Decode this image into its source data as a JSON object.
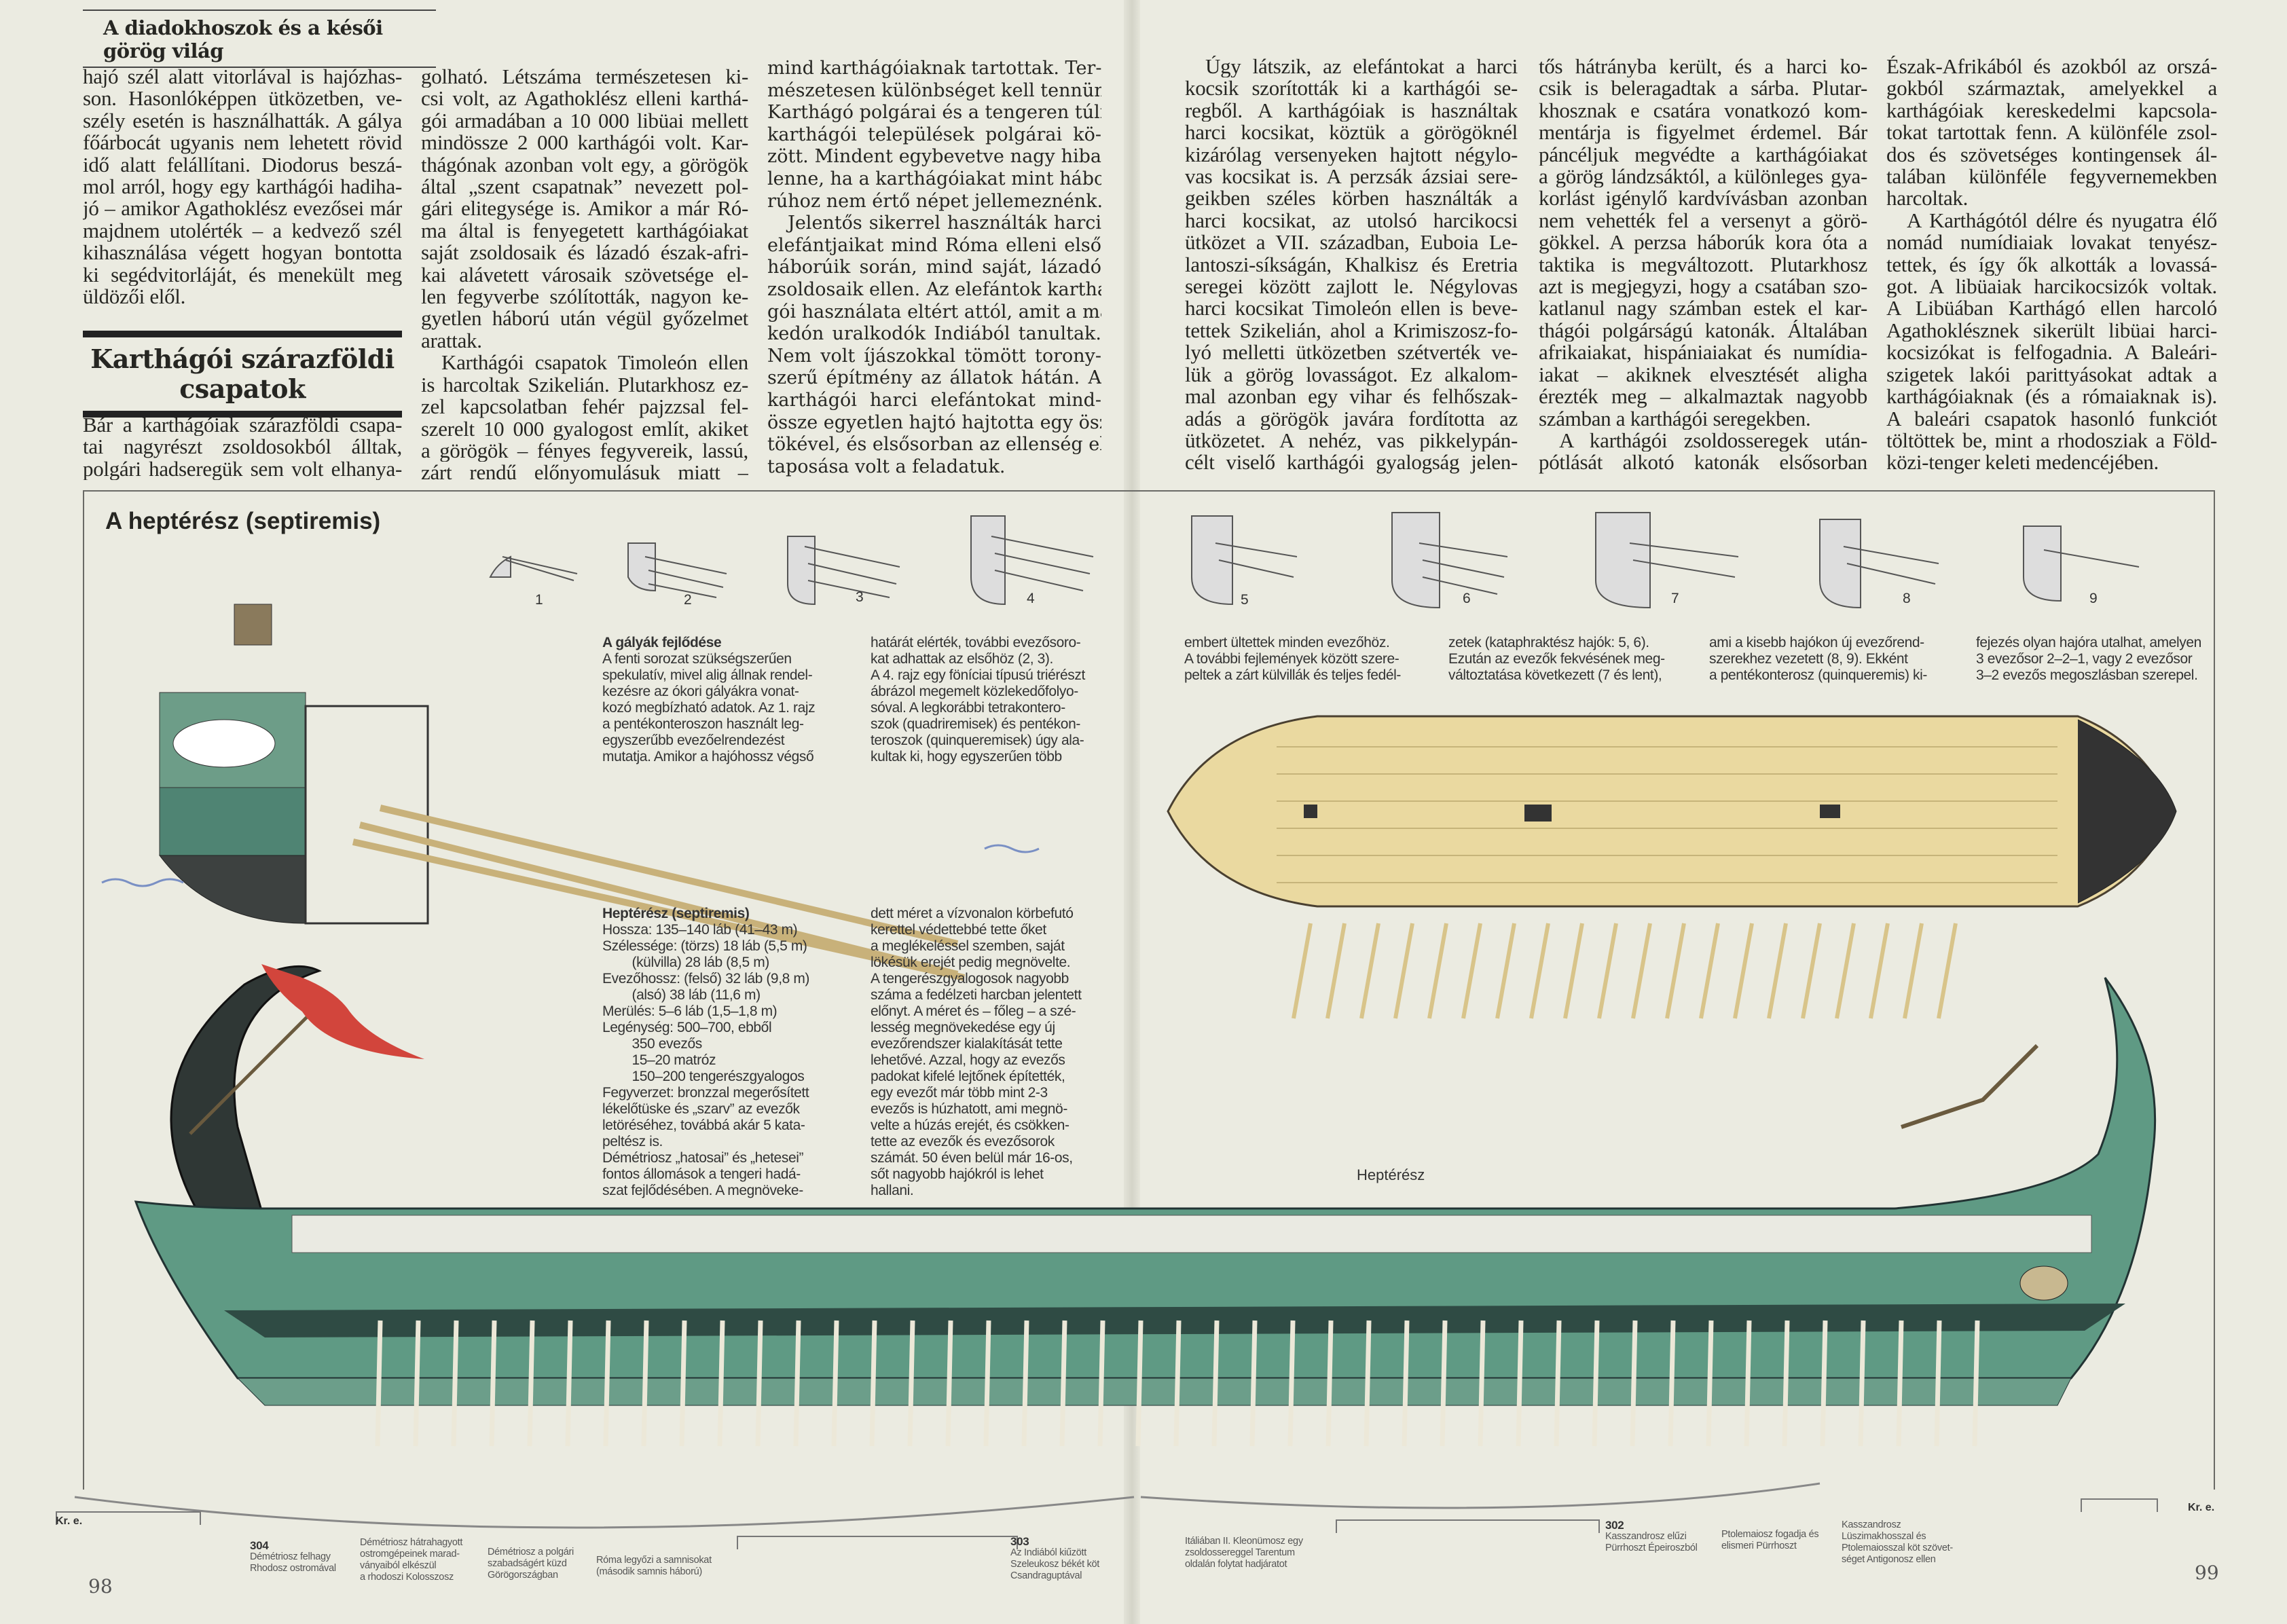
{
  "running_head": "A diadokhoszok és a késői görög világ",
  "section_heading": [
    "Karthágói szárazföldi",
    "csapatok"
  ],
  "left_page": {
    "col1_top": [
      {
        "indent": false,
        "lines": [
          "hajó szél alatt vitorlával is hajózhas-",
          "son. Hasonlóképpen ütközetben, ve-",
          "szély esetén is használhatták. A gálya",
          "főárbocát ugyanis nem lehetett rövid",
          "idő alatt felállítani. Diodorus beszá-",
          "mol arról, hogy egy karthágói hadiha-",
          "jó – amikor Agathoklész evezősei már",
          "majdnem utolérték – a kedvező szél",
          "kihasználása végett hogyan bontotta",
          "ki segédvitorláját, és menekült meg",
          "üldözői elől."
        ]
      }
    ],
    "col1_bottom": [
      {
        "indent": false,
        "open": true,
        "lines": [
          "Bár a karthágóiak szárazföldi csapa-",
          "tai nagyrészt zsoldosokból álltak,",
          "polgári hadseregük sem volt elhanya-"
        ]
      }
    ],
    "col2": [
      {
        "indent": false,
        "lines": [
          "golható. Létszáma természetesen ki-",
          "csi volt, az Agathoklész elleni karthá-",
          "gói armadában a 10 000 libüai mellett",
          "mindössze 2 000 karthágói volt. Kar-",
          "thágónak azonban volt egy, a görögök",
          "által „szent csapatnak” nevezett pol-",
          "gári elitegysége is. Amikor a már Ró-",
          "ma által is fenyegetett karthágóiakat",
          "saját zsoldosaik és lázadó észak-afri-",
          "kai alávetett városaik szövetsége el-",
          "len fegyverbe szólították, nagyon ke-",
          "gyetlen háború után végül győzelmet",
          "arattak."
        ]
      },
      {
        "indent": true,
        "open": true,
        "lines": [
          "Karthágói csapatok Timoleón ellen",
          "is harcoltak Szikelián. Plutarkhosz ez-",
          "zel kapcsolatban fehér pajzzsal fel-",
          "szerelt 10 000 gyalogost említ, akiket",
          "a görögök – fényes fegyvereik, lassú,",
          "zárt rendű előnyomulásuk miatt –"
        ]
      }
    ],
    "col3": [
      {
        "indent": false,
        "lines": [
          "mind karthágóiaknak tartottak. Ter-",
          "mészetesen különbséget kell tennünk",
          "Karthágó polgárai és a tengeren túli",
          "karthágói települések polgárai kö-",
          "zött. Mindent egybevetve nagy hiba",
          "lenne, ha a karthágóiakat mint hábo-",
          "rúhoz nem értő népet jellemeznénk."
        ]
      },
      {
        "indent": true,
        "lines": [
          "Jelentős sikerrel használták harci",
          "elefántjaikat mind Róma elleni első",
          "háborúik során, mind saját, lázadó",
          "zsoldosaik ellen. Az elefántok karthá-",
          "gói használata eltért attól, amit a ma-",
          "kedón uralkodók Indiából tanultak.",
          "Nem volt íjászokkal tömött torony-",
          "szerű építmény az állatok hátán. A",
          "karthágói harci elefántokat mind-",
          "össze egyetlen hajtó hajtotta egy ösz-",
          "tökével, és elsősorban az ellenség el-",
          "taposása volt a feladatuk."
        ]
      }
    ]
  },
  "right_page": {
    "col1": [
      {
        "indent": true,
        "open": true,
        "lines": [
          "Úgy látszik, az elefántokat a harci",
          "kocsik szorították ki a karthágói se-",
          "regből. A karthágóiak is használtak",
          "harci kocsikat, köztük a görögöknél",
          "kizárólag versenyeken hajtott négylo-",
          "vas kocsikat is. A perzsák ázsiai sere-",
          "geikben széles körben használták a",
          "harci kocsikat, az utolsó harcikocsi",
          "ütközet a VII. században, Euboia Le-",
          "lantoszi-síkságán, Khalkisz és Eretria",
          "seregei között zajlott le. Négylovas",
          "harci kocsikat Timoleón ellen is beve-",
          "tettek Szikelián, ahol a Krimiszosz-fo-",
          "lyó melletti ütközetben szétverték ve-",
          "lük a görög lovasságot. Ez alkalom-",
          "mal azonban egy vihar és felhőszak-",
          "adás a görögök javára fordította az",
          "ütközetet. A nehéz, vas pikkelypán-",
          "célt viselő karthágói gyalogság jelen-"
        ]
      }
    ],
    "col2": [
      {
        "indent": false,
        "lines": [
          "tős hátrányba került, és a harci ko-",
          "csik is beleragadtak a sárba. Plutar-",
          "khosznak e csatára vonatkozó kom-",
          "mentárja is figyelmet érdemel. Bár",
          "páncéljuk megvédte a karthágóiakat",
          "a görög lándzsáktól, a különleges gya-",
          "korlást igénylő kardvívásban azonban",
          "nem vehették fel a versenyt a görö-",
          "gökkel. A perzsa háborúk kora óta a",
          "taktika is megváltozott. Plutarkhosz",
          "azt is megjegyzi, hogy a csatában szo-",
          "katlanul nagy számban estek el kar-",
          "thágói polgárságú katonák. Általában",
          "afrikaiakat, hispániaiakat és numídia-",
          "iakat – akiknek elvesztését aligha",
          "érezték meg – alkalmaztak nagyobb",
          "számban a karthágói seregekben."
        ]
      },
      {
        "indent": true,
        "open": true,
        "lines": [
          "A karthágói zsoldosseregek után-",
          "pótlását alkotó katonák elsősorban"
        ]
      }
    ],
    "col3": [
      {
        "indent": false,
        "lines": [
          "Észak-Afrikából és azokból az orszá-",
          "gokból származtak, amelyekkel a",
          "karthágóiak kereskedelmi kapcsola-",
          "tokat tartottak fenn. A különféle zsol-",
          "dos és szövetséges kontingensek ál-",
          "talában különféle fegyvernemekben",
          "harcoltak."
        ]
      },
      {
        "indent": true,
        "lines": [
          "A Karthágótól délre és nyugatra élő",
          "nomád numídiaiak lovakat tenyész-",
          "tettek, és így ők alkották a lovassá-",
          "got. A libüaiak harcikocsizók voltak.",
          "A Libüában Karthágó ellen harcoló",
          "Agathoklésznek sikerült libüai harci-",
          "kocsizókat is felfogadnia. A Baleári-",
          "szigetek lakói parittyásokat adtak a",
          "karthágóiaknak (és a rómaiaknak is).",
          "A baleári csapatok hasonló funkciót",
          "töltöttek be, mint a rhodosziak a Föld-",
          "közi-tenger keleti medencéjében."
        ]
      }
    ]
  },
  "figure": {
    "title": "A heptérész (septiremis)",
    "stage_numbers": [
      "1",
      "2",
      "3",
      "4",
      "5",
      "6",
      "7",
      "8",
      "9"
    ],
    "ship_label": "Heptérész",
    "evolution_caption": {
      "heading": "A gályák fejlődése",
      "col1": [
        "A fenti sorozat szükségszerűen",
        "spekulatív, mivel alig állnak rendel-",
        "kezésre az ókori gályákra vonat-",
        "kozó megbízható adatok. Az 1. rajz",
        "a pentékonteroszon használt leg-",
        "egyszerűbb evezőelrendezést",
        "mutatja. Amikor a hajóhossz végső"
      ],
      "col2": [
        "határát elérték, további evezősoro-",
        "kat adhattak az elsőhöz (2, 3).",
        "A 4. rajz egy föníciai típusú triérészt",
        "ábrázol megemelt közlekedőfolyo-",
        "sóval. A legkorábbi tetrakontero-",
        "szok (quadriremisek) és pentékon-",
        "teroszok (quinqueremisek) úgy ala-",
        "kultak ki, hogy egyszerűen több"
      ],
      "col3": [
        "embert ültettek minden evezőhöz.",
        "A további fejlemények között szere-",
        "peltek a zárt külvillák és teljes fedél-"
      ],
      "col4": [
        "zetek (kataphraktész hajók: 5, 6).",
        "Ezután az evezők fekvésének meg-",
        "változtatása következett (7 és lent),"
      ],
      "col5": [
        "ami a kisebb hajókon új evezőrend-",
        "szerekhez vezetett (8, 9). Ekként",
        "a pentékonterosz (quinqueremis) ki-"
      ],
      "col6": [
        "fejezés olyan hajóra utalhat, amelyen",
        "3 evezősor 2–2–1, vagy 2 evezősor",
        "3–2 evezős megoszlásban szerepel."
      ]
    },
    "specs": {
      "heading": "Heptérész (septiremis)",
      "col1": [
        "Hossza: 135–140 láb (41–43 m)",
        "Szélessége: (törzs) 18 láb (5,5 m)",
        "        (külvilla) 28 láb (8,5 m)",
        "Evezőhossz: (felső) 32 láb (9,8 m)",
        "        (alsó) 38 láb (11,6 m)",
        "Merülés: 5–6 láb (1,5–1,8 m)",
        "Legénység: 500–700, ebből",
        "        350 evezős",
        "        15–20 matróz",
        "        150–200 tengerészgyalogos",
        "Fegyverzet: bronzzal megerősített",
        "lékelőtüske és „szarv” az evezők",
        "letöréséhez, továbbá akár 5 kata-",
        "peltész is.",
        "Démétriosz „hatosai” és „hetesei”",
        "fontos állomások a tengeri hadá-",
        "szat fejlődésében. A megnöveke-"
      ],
      "col2": [
        "dett méret a vízvonalon körbefutó",
        "kerettel védettebbé tette őket",
        "a meglékeléssel szemben, saját",
        "lökésük erejét pedig megnövelte.",
        "A tengerészgyalogosok nagyobb",
        "száma a fedélzeti harcban jelentett",
        "előnyt. A méret és – főleg – a szé-",
        "lesség megnövekedése egy új",
        "evezőrendszer kialakítását tette",
        "lehetővé. Azzal, hogy az evezős",
        "padokat kifelé lejtőnek építették,",
        "egy evezőt már több mint 2-3",
        "evezős is húzhatott, ami megnö-",
        "velte a húzás erejét, és csökken-",
        "tette az evezők és evezősorok",
        "számát. 50 éven belül már 16-os,",
        "sőt nagyobb hajókról is lehet",
        "hallani."
      ]
    }
  },
  "timeline": {
    "era_label": "Kr. e.",
    "entries": [
      {
        "year": "304",
        "lines": [
          "Démétriosz felhagy",
          "Rhodosz ostromával"
        ]
      },
      {
        "year": "",
        "lines": [
          "Démétriosz hátrahagyott",
          "ostromgépeinek marad-",
          "ványaiból elkészül",
          "a rhodoszi Kolosszosz"
        ]
      },
      {
        "year": "",
        "lines": [
          "Démétriosz a polgári",
          "szabadságért küzd",
          "Görögországban"
        ]
      },
      {
        "year": "",
        "lines": [
          "Róma legyőzi a samnisokat",
          "(második samnis háború)"
        ]
      },
      {
        "year": "303",
        "lines": [
          "Az Indiából kiűzött",
          "Szeleukosz békét köt",
          "Csandraguptával"
        ]
      },
      {
        "year": "",
        "lines": [
          "Itáliában II. Kleonümosz egy",
          "zsoldossereggel Tarentum",
          "oldalán folytat hadjáratot"
        ]
      },
      {
        "year": "302",
        "lines": [
          "Kasszandrosz elűzi",
          "Pürrhoszt Épeiroszból"
        ]
      },
      {
        "year": "",
        "lines": [
          "Ptolemaiosz fogadja és",
          "elismeri Pürrhoszt"
        ]
      },
      {
        "year": "",
        "lines": [
          "Kasszandrosz",
          "Lüszimakhosszal és",
          "Ptolemaiosszal köt szövet-",
          "séget Antigonosz ellen"
        ]
      }
    ]
  },
  "page_numbers": {
    "left": "98",
    "right": "99"
  },
  "colors": {
    "paper": "#ebebe1",
    "hull_green": "#5f9a84",
    "hull_dark": "#2f4b44",
    "deck_yellow": "#ead9a0",
    "flag_red": "#d2453c"
  }
}
